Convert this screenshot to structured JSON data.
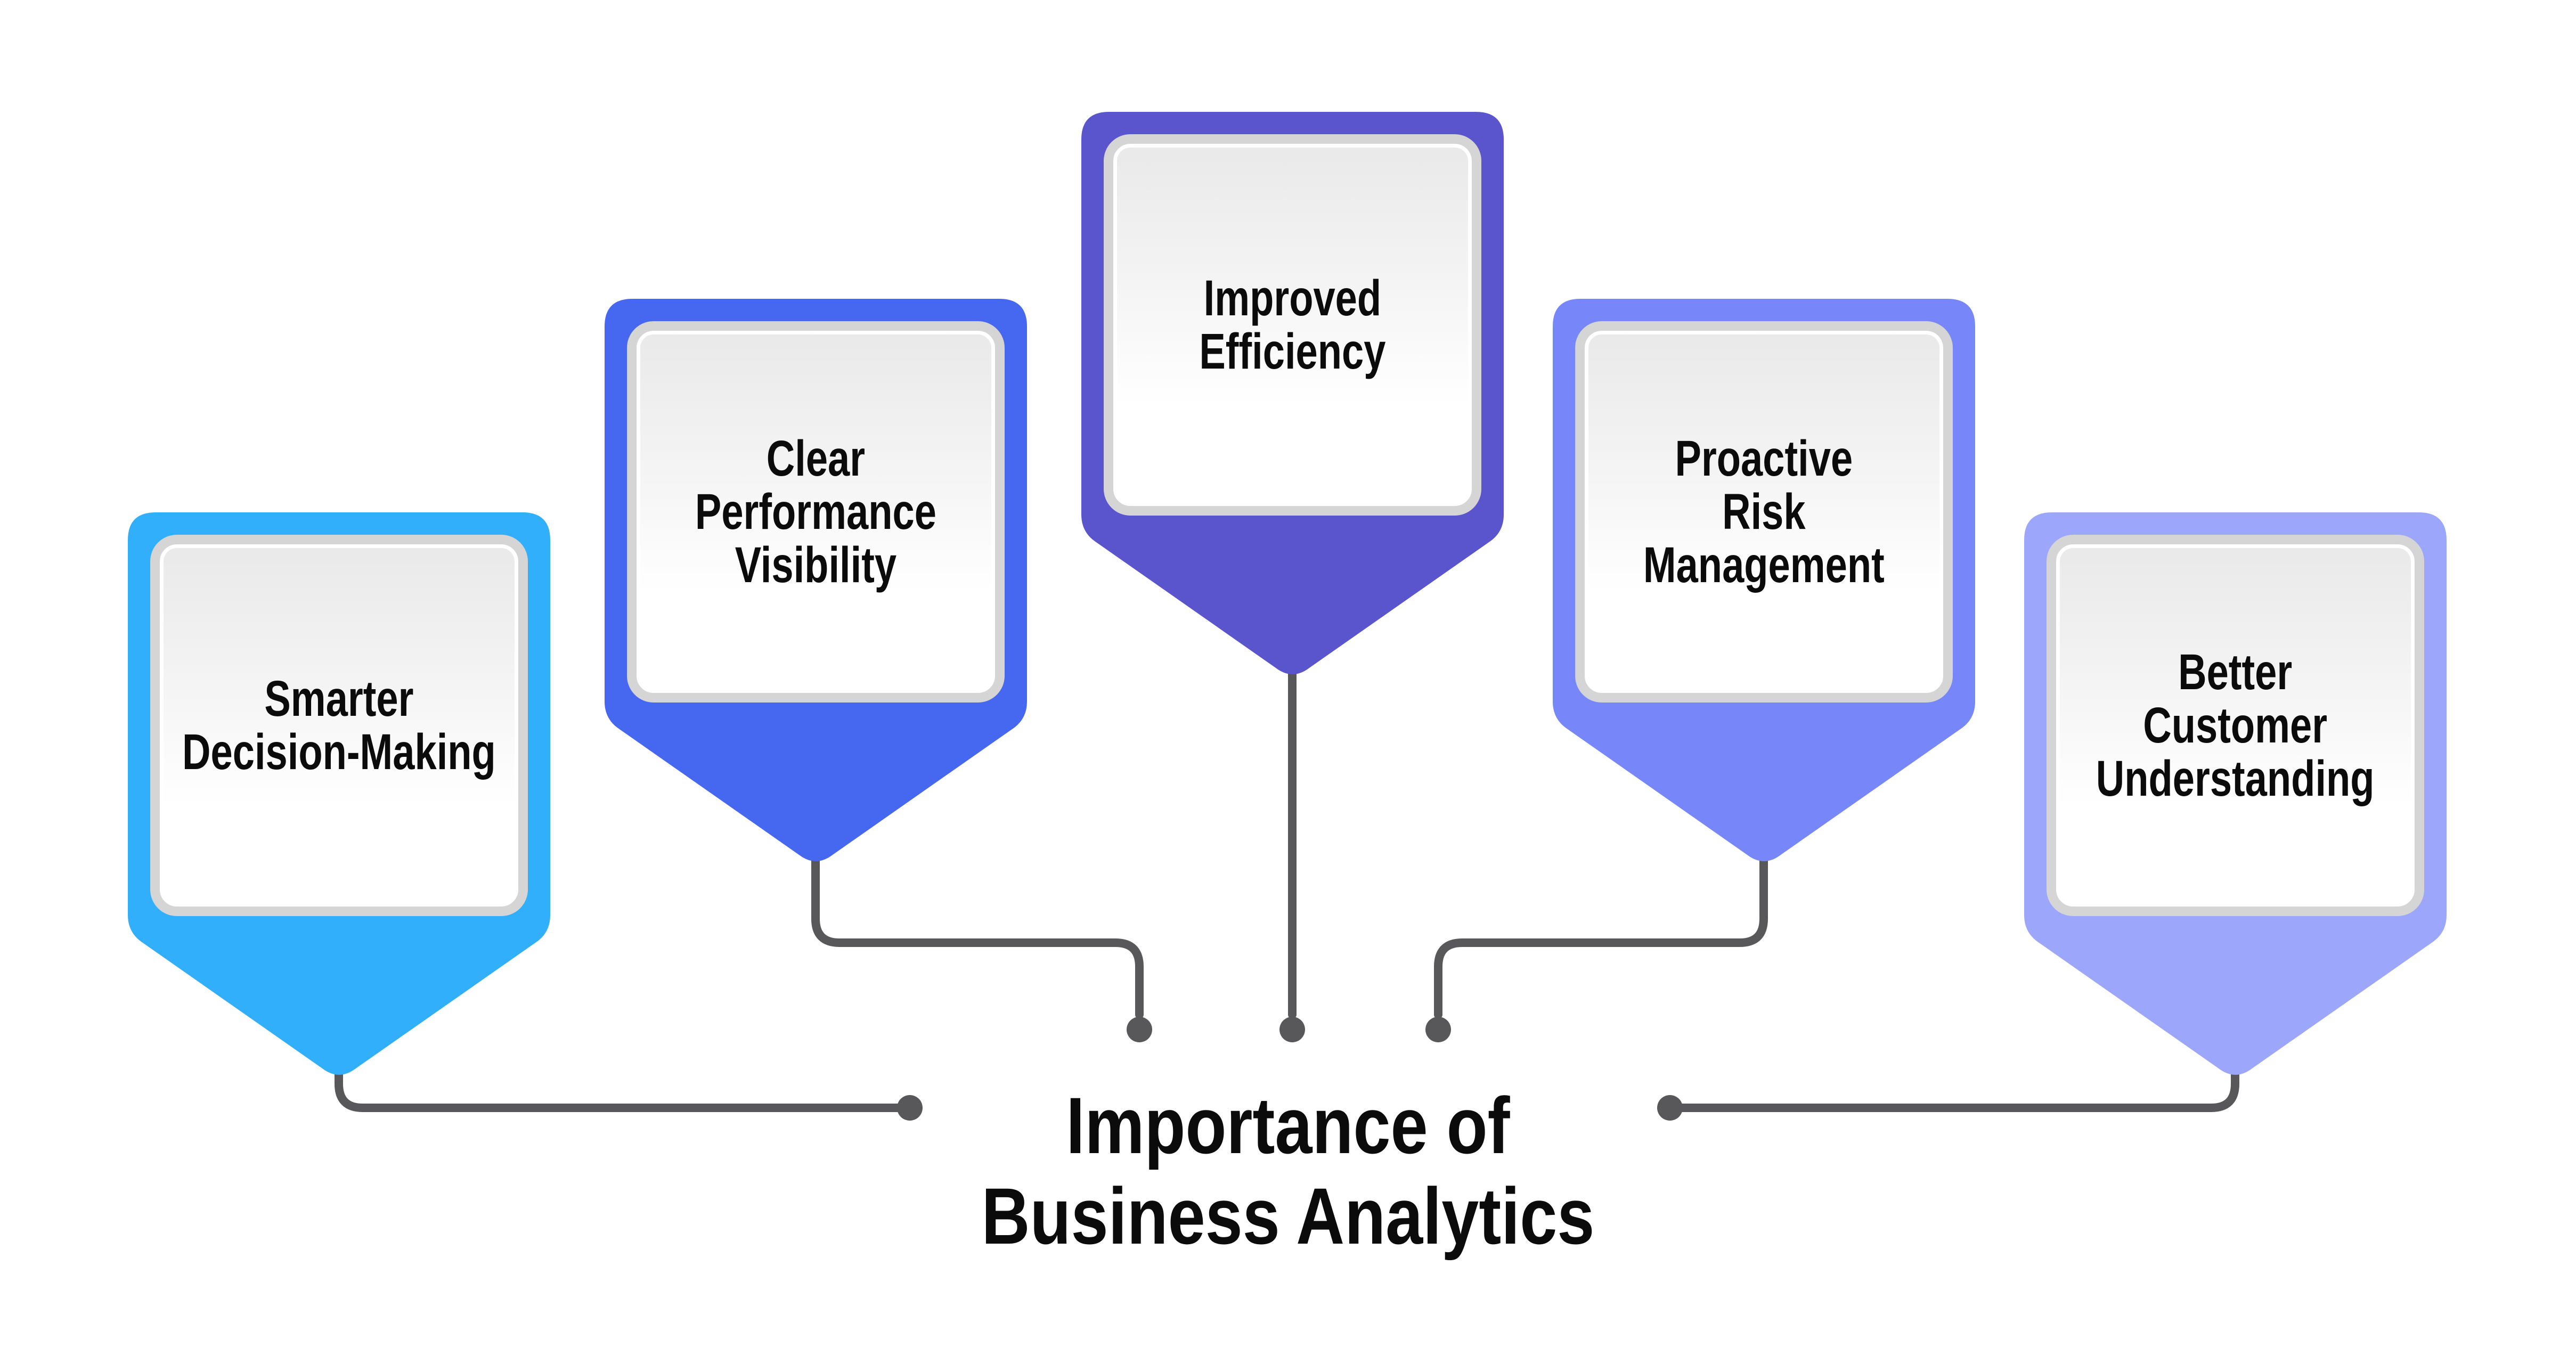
{
  "page": {
    "background": "#FFFFFF"
  },
  "title": {
    "lines": [
      "Importance of",
      "Business Analytics"
    ],
    "color": "#0A0A0A"
  },
  "items": [
    {
      "id": "smarter-decision-making",
      "lines": [
        "Smarter",
        "Decision-Making"
      ],
      "color": "#32AFFB"
    },
    {
      "id": "clear-performance-visibility",
      "lines": [
        "Clear",
        "Performance",
        "Visibility"
      ],
      "color": "#4667EF"
    },
    {
      "id": "improved-efficiency",
      "lines": [
        "Improved",
        "Efficiency"
      ],
      "color": "#5B55CD"
    },
    {
      "id": "proactive-risk-management",
      "lines": [
        "Proactive",
        "Risk",
        "Management"
      ],
      "color": "#7787FA"
    },
    {
      "id": "better-customer-understanding",
      "lines": [
        "Better",
        "Customer",
        "Understanding"
      ],
      "color": "#9CA7FB"
    }
  ],
  "connector": {
    "color": "#58585A"
  },
  "palette": {
    "card-border": "#D5D5D5",
    "card-top": "#E9E9E9",
    "card-fill": "#FFFFFF",
    "card-inner-line": "#FFFFFF",
    "text": "#0B0B0B"
  }
}
